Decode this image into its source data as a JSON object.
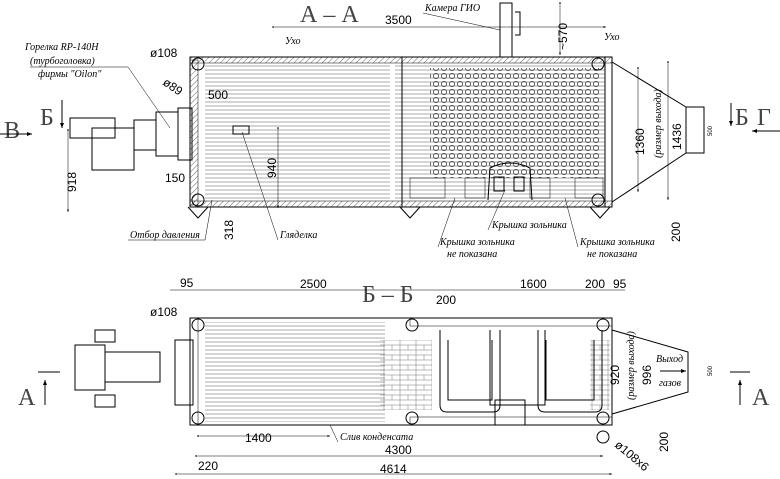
{
  "view_aa": {
    "title": "А – А",
    "burner_line1": "Горелка RP-140H",
    "burner_line2": "(турбоголовка)",
    "burner_line3": "фирмы \"Oilon\"",
    "camera": "Камера ГИО",
    "ear_left": "Ухо",
    "ear_right": "Ухо",
    "pressure_tap": "Отбор давления",
    "sight_glass": "Гляделка",
    "ash_cover": "Крышка зольника",
    "ash_cover_hidden_left_1": "Крышка зольника",
    "ash_cover_hidden_left_2": "не показана",
    "ash_cover_hidden_right_1": "Крышка зольника",
    "ash_cover_hidden_right_2": "не показана",
    "outlet_size_note": "(размер выхода)",
    "section_b": "Б",
    "section_b_right": "Б",
    "view_v": "В",
    "view_g": "Г",
    "dims": {
      "d3500": "3500",
      "d570": "~570",
      "d108": "ø108",
      "d89": "ø89",
      "d500": "500",
      "d918": "918",
      "d150": "150",
      "d940": "940",
      "d318": "318",
      "d1360": "1360",
      "d1436": "1436",
      "d500_outlet": "500",
      "d200": "200"
    }
  },
  "view_bb": {
    "title": "Б – Б",
    "condensate_drain": "Слив конденсата",
    "gas_outlet_1": "Выход",
    "gas_outlet_2": "газов",
    "outlet_size_note": "(размер выхода)",
    "section_a_left": "А",
    "section_a_right": "А",
    "dims": {
      "d95_left": "95",
      "d2500": "2500",
      "d200_mid": "200",
      "d1600": "1600",
      "d200_right": "200",
      "d95_right": "95",
      "d108": "ø108",
      "d920": "920",
      "d996": "996",
      "d500_outlet": "500",
      "d1400": "1400",
      "d4300": "4300",
      "d220": "220",
      "d4614": "4614",
      "d200_bottom": "200",
      "d108x6": "ø108x6"
    }
  }
}
